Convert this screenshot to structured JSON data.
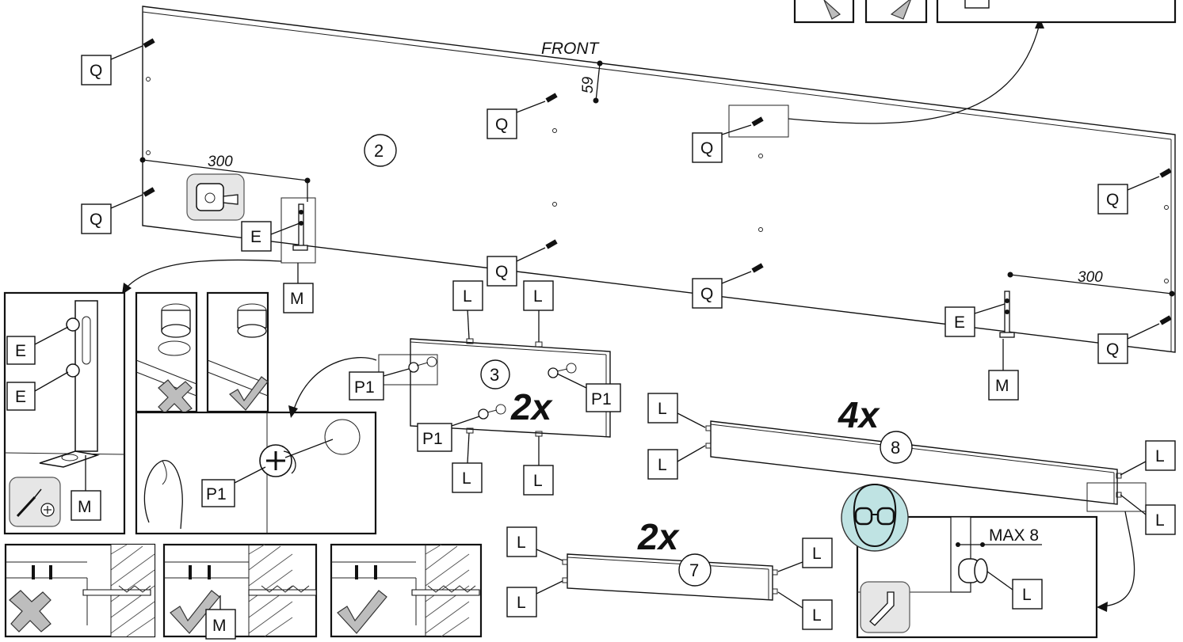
{
  "labels": {
    "front": "FRONT",
    "dim_59": "59",
    "dim_300_left": "300",
    "dim_300_right": "300",
    "max8": "MAX 8",
    "part_2": "2",
    "part_3": "3",
    "part_8": "8",
    "part_7": "7",
    "qty_3": "2x",
    "qty_8": "4x",
    "qty_7": "2x",
    "Q": "Q",
    "E": "E",
    "M": "M",
    "L": "L",
    "P1": "P1"
  },
  "icons": [
    "tape-measure-icon",
    "screwdriver-icon",
    "safety-goggles-icon",
    "allen-key-icon",
    "wrong-cross-icon",
    "correct-check-icon"
  ],
  "colors": {
    "goggles_bg": "#bfe3e3",
    "mark_grey": "#bdbdbd"
  }
}
